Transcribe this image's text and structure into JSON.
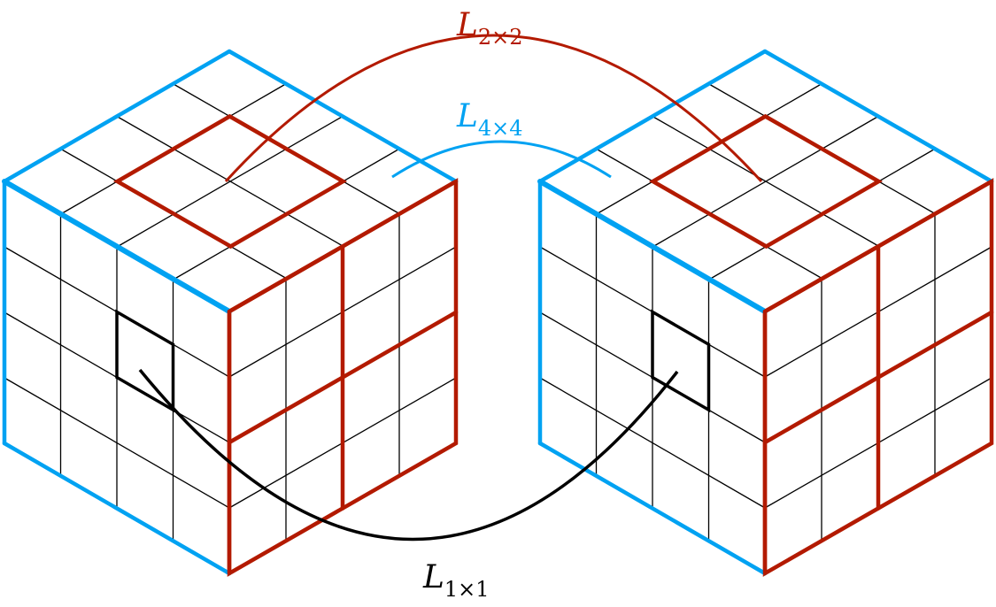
{
  "diagram": {
    "grid_size": 4,
    "colors": {
      "blue": "#00a2f2",
      "red": "#b31a00",
      "black": "#000000",
      "grid": "#000000"
    },
    "labels": {
      "l2x2": {
        "main": "L",
        "sub": "2×2"
      },
      "l4x4": {
        "main": "L",
        "sub": "4×4"
      },
      "l1x1": {
        "main": "L",
        "sub": "1×1"
      }
    }
  }
}
